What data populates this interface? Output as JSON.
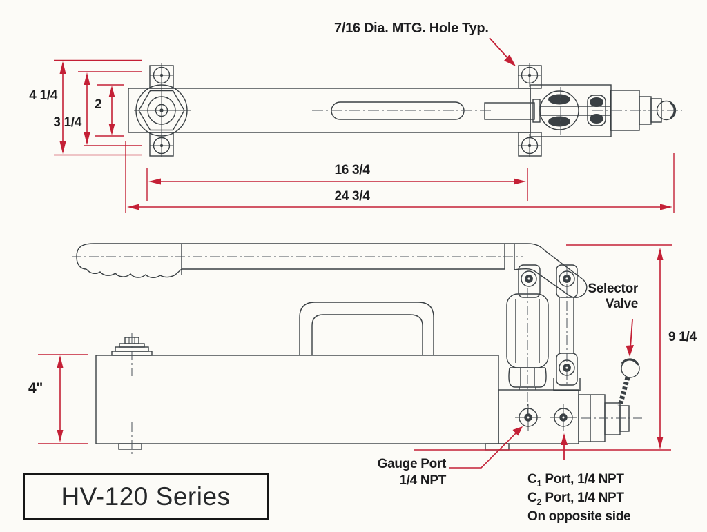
{
  "title": {
    "series": "HV-120 Series"
  },
  "callouts": {
    "mtg_hole": "7/16 Dia. MTG. Hole Typ.",
    "selector_line1": "Selector",
    "selector_line2": "Valve",
    "gauge_line1": "Gauge Port",
    "gauge_line2": "1/4 NPT",
    "c1_prefix": "C",
    "c1_sub": "1",
    "c1_rest": " Port, 1/4 NPT",
    "c2_prefix": "C",
    "c2_sub": "2",
    "c2_rest": " Port, 1/4 NPT",
    "ports_note": "On opposite side"
  },
  "dimensions": {
    "top_height_outer": "4 1/4",
    "top_height_mid": "3 1/4",
    "top_height_bar": "2",
    "length_mounting": "16 3/4",
    "length_overall": "24 3/4",
    "side_height_overall": "9 1/4",
    "side_height_reservoir": "4\""
  },
  "colors": {
    "dimension_red": "#c42036",
    "ink_line": "#3a4044",
    "text": "#1d1d1f"
  }
}
